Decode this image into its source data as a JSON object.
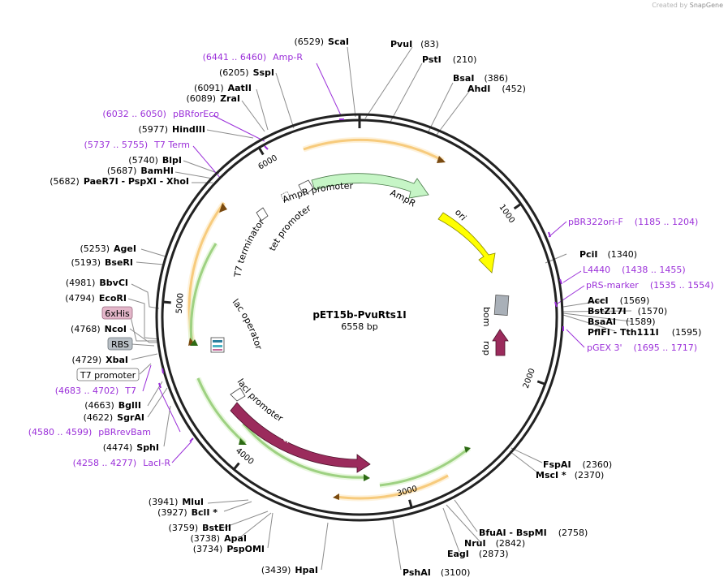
{
  "brand": {
    "prefix": "Created by",
    "name": "SnapGene"
  },
  "plasmid": {
    "name": "pET15b-PvuRts1I",
    "length_label": "6558 bp",
    "total_bp": 6558
  },
  "ticks": [
    {
      "bp": 1000,
      "label": "1000"
    },
    {
      "bp": 2000,
      "label": "2000"
    },
    {
      "bp": 3000,
      "label": "3000"
    },
    {
      "bp": 4000,
      "label": "4000"
    },
    {
      "bp": 5000,
      "label": "5000"
    },
    {
      "bp": 6000,
      "label": "6000"
    }
  ],
  "sites": [
    {
      "pos": "(6529)",
      "name": "ScaI",
      "bp": 6529
    },
    {
      "pos": "(83)",
      "name": "PvuI",
      "bp": 83
    },
    {
      "pos": "(210)",
      "name": "PstI",
      "bp": 210
    },
    {
      "pos": "(386)",
      "name": "BsaI",
      "bp": 386
    },
    {
      "pos": "(452)",
      "name": "AhdI",
      "bp": 452
    },
    {
      "pos": "(6205)",
      "name": "SspI",
      "bp": 6205
    },
    {
      "pos": "(6091)",
      "name": "AatII",
      "bp": 6091
    },
    {
      "pos": "(6089)",
      "name": "ZraI",
      "bp": 6089
    },
    {
      "pos": "(5977)",
      "name": "HindIII",
      "bp": 5977
    },
    {
      "pos": "(5740)",
      "name": "BlpI",
      "bp": 5740
    },
    {
      "pos": "(5687)",
      "name": "BamHI",
      "bp": 5687
    },
    {
      "pos": "(5682)",
      "name": "PaeR7I  - PspXI  - XhoI",
      "bp": 5682
    },
    {
      "pos": "(1340)",
      "name": "PciI",
      "bp": 1340
    },
    {
      "pos": "(1569)",
      "name": "AccI",
      "bp": 1569
    },
    {
      "pos": "(1570)",
      "name": "BstZ17I",
      "bp": 1570
    },
    {
      "pos": "(1589)",
      "name": "BsaAI",
      "bp": 1589
    },
    {
      "pos": "(1595)",
      "name": "PflFI  - Tth111I",
      "bp": 1595
    },
    {
      "pos": "(5253)",
      "name": "AgeI",
      "bp": 5253
    },
    {
      "pos": "(5193)",
      "name": "BseRI",
      "bp": 5193
    },
    {
      "pos": "(4981)",
      "name": "BbvCI",
      "bp": 4981
    },
    {
      "pos": "(4794)",
      "name": "EcoRI",
      "bp": 4794
    },
    {
      "pos": "(4768)",
      "name": "NcoI",
      "bp": 4768
    },
    {
      "pos": "(4729)",
      "name": "XbaI",
      "bp": 4729
    },
    {
      "pos": "(4663)",
      "name": "BglII",
      "bp": 4663
    },
    {
      "pos": "(4622)",
      "name": "SgrAI",
      "bp": 4622
    },
    {
      "pos": "(4474)",
      "name": "SphI",
      "bp": 4474
    },
    {
      "pos": "(2360)",
      "name": "FspAI",
      "bp": 2360
    },
    {
      "pos": "(2370)",
      "name": "MscI *",
      "bp": 2370
    },
    {
      "pos": "(3941)",
      "name": "MluI",
      "bp": 3941
    },
    {
      "pos": "(3927)",
      "name": "BclI *",
      "bp": 3927
    },
    {
      "pos": "(3759)",
      "name": "BstEII",
      "bp": 3759
    },
    {
      "pos": "(3738)",
      "name": "ApaI",
      "bp": 3738
    },
    {
      "pos": "(3734)",
      "name": "PspOMI",
      "bp": 3734
    },
    {
      "pos": "(2758)",
      "name": "BfuAI  - BspMI",
      "bp": 2758
    },
    {
      "pos": "(2842)",
      "name": "NruI",
      "bp": 2842
    },
    {
      "pos": "(2873)",
      "name": "EagI",
      "bp": 2873
    },
    {
      "pos": "(3100)",
      "name": "PshAI",
      "bp": 3100
    },
    {
      "pos": "(3439)",
      "name": "HpaI",
      "bp": 3439
    }
  ],
  "primer_features": [
    {
      "range": "(6441 .. 6460)",
      "name": "Amp-R",
      "bp": 6450
    },
    {
      "range": "(6032 .. 6050)",
      "name": "pBRforEco",
      "bp": 6041
    },
    {
      "range": "(5737 .. 5755)",
      "name": "T7 Term",
      "bp": 5746
    },
    {
      "range": "(1185 .. 1204)",
      "name": "pBR322ori-F",
      "bp": 1195
    },
    {
      "range": "(1438 .. 1455)",
      "name": "L4440",
      "bp": 1447
    },
    {
      "range": "(1535 .. 1554)",
      "name": "pRS-marker",
      "bp": 1545
    },
    {
      "range": "(1695 .. 1717)",
      "name": "pGEX 3'",
      "bp": 1706
    },
    {
      "range": "(4683 .. 4702)",
      "name": "T7",
      "bp": 4692
    },
    {
      "range": "(4580 .. 4599)",
      "name": "pBRrevBam",
      "bp": 4590
    },
    {
      "range": "(4258 .. 4277)",
      "name": "LacI-R",
      "bp": 4268
    }
  ],
  "boxed_labels": [
    {
      "text": "6xHis",
      "style": "pink"
    },
    {
      "text": "RBS",
      "style": "gray"
    },
    {
      "text": "T7 promoter",
      "style": "white"
    }
  ],
  "inner_features": [
    {
      "name": "AmpR",
      "color": "#c6f5c6"
    },
    {
      "name": "AmpR promoter",
      "color": "#ffffff"
    },
    {
      "name": "ori",
      "color": "#ffff00"
    },
    {
      "name": "bom",
      "color": "#a9b0b8"
    },
    {
      "name": "rop",
      "color": "#9b2b5c"
    },
    {
      "name": "lacI",
      "color": "#9b2b5c"
    },
    {
      "name": "lacI promoter",
      "color": "#ffffff"
    },
    {
      "name": "lac operator",
      "color": "#ffffff"
    },
    {
      "name": "tet promoter",
      "color": "#ffffff"
    },
    {
      "name": "T7 terminator",
      "color": "#ffffff"
    }
  ],
  "colors": {
    "backbone": "#222222",
    "primer": "#9b30d9",
    "orf_orange": "#f0a830",
    "orf_green": "#7cc843"
  }
}
